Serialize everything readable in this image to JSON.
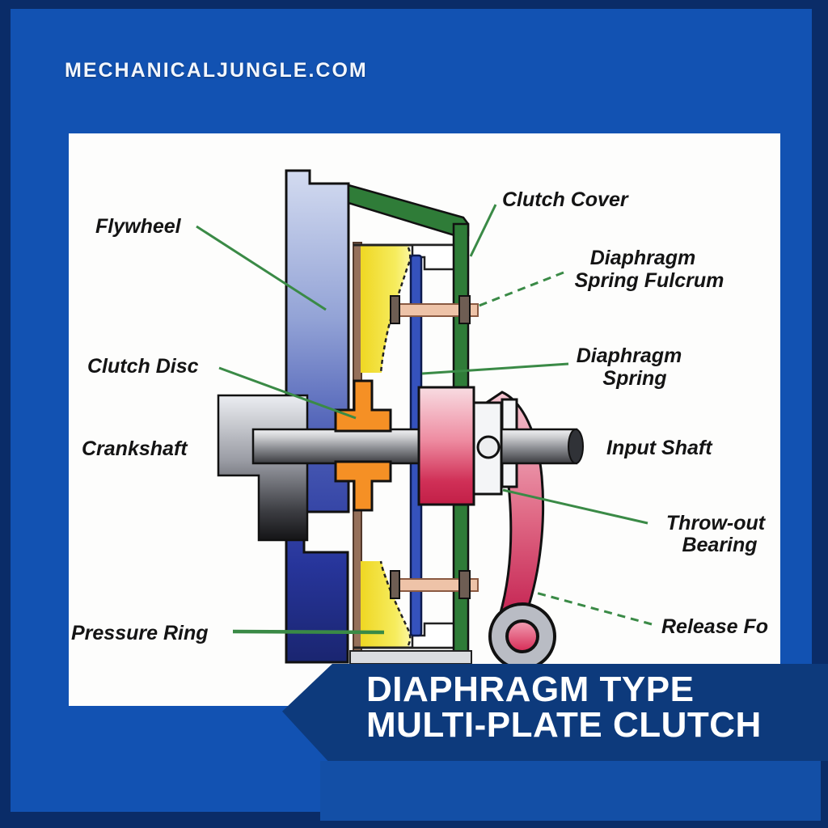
{
  "site": {
    "header": "MECHANICALJUNGLE.COM"
  },
  "banner": {
    "line1": "DIAPHRAGM TYPE",
    "line2": "MULTI-PLATE CLUTCH"
  },
  "diagram": {
    "labels": {
      "flywheel": "Flywheel",
      "clutch_cover": "Clutch Cover",
      "fulcrum": {
        "lines": [
          "Diaphragm",
          "Spring Fulcrum"
        ]
      },
      "diaphragm_spring": {
        "lines": [
          "Diaphragm",
          "Spring"
        ]
      },
      "clutch_disc": "Clutch Disc",
      "crankshaft": "Crankshaft",
      "input_shaft": "Input Shaft",
      "throw_out_bearing": {
        "lines": [
          "Throw-out",
          "Bearing"
        ]
      },
      "release_fork": "Release Fo",
      "pressure_ring": "Pressure Ring"
    },
    "colors": {
      "border": "#0a2c68",
      "background": "#1252b2",
      "banner": "#0d3a7c",
      "banner_shadow": "#134fa6",
      "panel": "#fdfdfc",
      "leader_line": "#3a8a46",
      "clutch_cover_green": "#2f7c38",
      "flywheel_blue": "#27359b",
      "clutch_disc_orange": "#f59025",
      "pressure_ring_yellow": "#f0d928",
      "bearing_red": "#c21f47",
      "shaft_gray": "#8d8f94",
      "label_text": "#141414",
      "header_text": "#f2f6fc"
    }
  }
}
